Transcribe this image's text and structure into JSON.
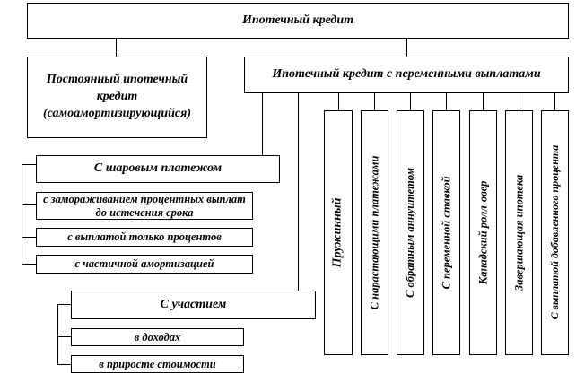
{
  "root": "Ипотечный  кредит",
  "fixed": {
    "line1": "Постоянный ипотечный",
    "line2": "кредит",
    "line3": "(самоамортизирующийся)"
  },
  "variable": "Ипотечный  кредит с переменными выплатами",
  "balloon": {
    "title": "С шаровым платежом",
    "items": [
      "с замораживанием процентных выплат до истечения срока",
      "с выплатой только процентов",
      "с частичной амортизацией"
    ]
  },
  "participation": {
    "title": "С участием",
    "items": [
      "в доходах",
      "в приросте стоимости"
    ]
  },
  "columns": [
    "Пружинный",
    "С нарастающими платежами",
    "С обратным аннуитетом",
    "С переменной ставкой",
    "Канадский ролл-овер",
    "Завершающая ипотека",
    "С выплатой добавленного процента"
  ]
}
